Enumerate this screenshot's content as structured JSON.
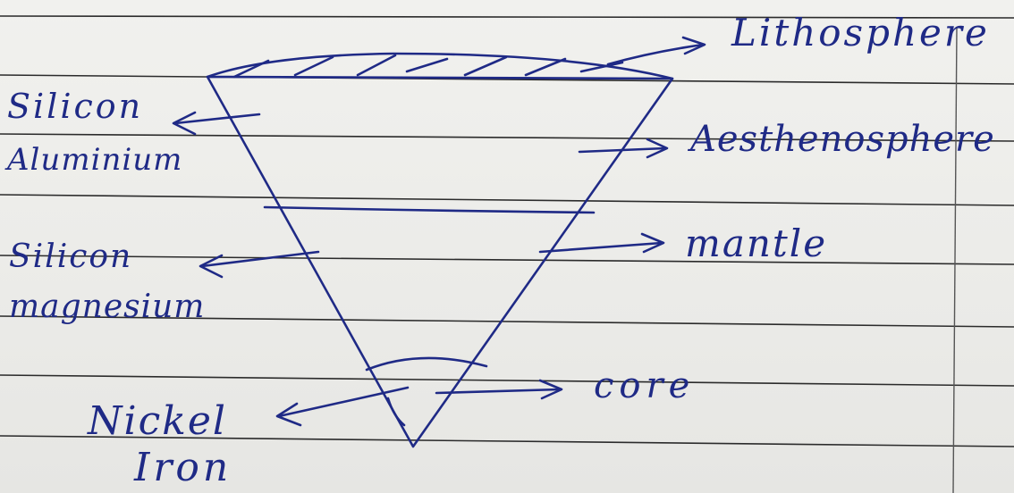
{
  "labels": {
    "lithosphere": "Lithosphere",
    "asthenosphere": "Aesthenosphere",
    "mantle": "mantle",
    "core": "core",
    "crust_element_1": "Silicon",
    "crust_element_2": "Aluminium",
    "mantle_element_1": "Silicon",
    "mantle_element_2": "magnesium",
    "core_element_1": "Nickel",
    "core_element_2": "Iron"
  },
  "colors": {
    "ink": "#1f2a86",
    "paper": "#ededea",
    "ruled_lines": "#2b2b2b"
  }
}
